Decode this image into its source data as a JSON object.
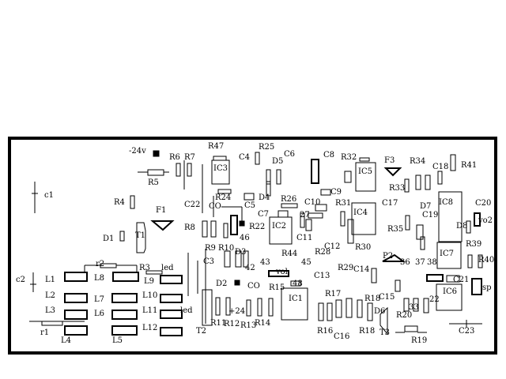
{
  "diagram": {
    "type": "pcb-silkscreen-layout",
    "labels": [
      "-24v",
      "R6",
      "R7",
      "R47",
      "IC3",
      "C4",
      "R25",
      "C6",
      "D5",
      "C8",
      "R32",
      "IC5",
      "F3",
      "R34",
      "C18",
      "R41",
      "R5",
      "c1",
      "R4",
      "C22",
      "CO",
      "R24",
      "C5",
      "D4",
      "R26",
      "C10",
      "C9",
      "R31",
      "IC4",
      "C17",
      "IC8",
      "C20",
      "F1",
      "T1",
      "D1",
      "R8",
      "C7",
      "27",
      "IC2",
      "C11",
      "R35",
      "D7",
      "C19",
      "D8",
      "vo2",
      "R9",
      "R10",
      "46",
      "R22",
      "R28",
      "R30",
      "C12",
      "R44",
      "43",
      "45",
      "vol",
      "48",
      "R29",
      "C14",
      "C13",
      "P2",
      "36",
      "37",
      "38",
      "IC7",
      "R39",
      "R40",
      "C21",
      "IC6",
      "sp",
      "R17",
      "R15",
      "IC1",
      "C15",
      "R18",
      "R16",
      "C16",
      "R18",
      "T3",
      "D6",
      "R20",
      "R19",
      "33",
      "22",
      "C23",
      "r2",
      "R3",
      "led",
      "c2",
      "L1",
      "L8",
      "L9",
      "L2",
      "L7",
      "L10",
      "L3",
      "L6",
      "L11",
      "L4",
      "L5",
      "L12",
      "r1",
      "C3",
      "D2",
      "D3",
      "42",
      "+24",
      "T2",
      "R11",
      "R12",
      "R13",
      "R14",
      "led",
      "CO",
      "R33"
    ]
  }
}
